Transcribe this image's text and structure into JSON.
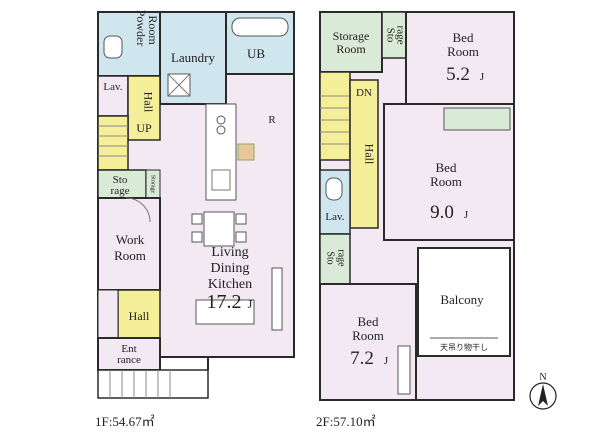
{
  "floor1": {
    "caption": "1F:54.67㎡",
    "rooms": {
      "powder_room": [
        "Powder",
        "Room"
      ],
      "laundry": "Laundry",
      "ub": "UB",
      "lav": "Lav.",
      "hall_upper": "Hall",
      "up": "UP",
      "r_mark": "R",
      "storage": [
        "Sto",
        "rage"
      ],
      "storage_small": "Storage",
      "work_room": [
        "Work",
        "Room"
      ],
      "ldk": [
        "Living",
        "Dining",
        "Kitchen"
      ],
      "ldk_area": "17.2",
      "ldk_unit": "J",
      "hall_lower": "Hall",
      "entrance": [
        "Ent",
        "rance"
      ]
    }
  },
  "floor2": {
    "caption": "2F:57.10㎡",
    "rooms": {
      "storage_room": [
        "Storage",
        "Room"
      ],
      "storage_top": [
        "Sto",
        "rage"
      ],
      "bed1": [
        "Bed",
        "Room"
      ],
      "bed1_area": "5.2",
      "dn": "DN",
      "hall": "Hall",
      "bed2": [
        "Bed",
        "Room"
      ],
      "bed2_area": "9.0",
      "lav": "Lav.",
      "storage_side": [
        "Sto",
        "rage"
      ],
      "balcony": "Balcony",
      "balcony_note": "天吊り物干し",
      "bed3": [
        "Bed",
        "Room"
      ],
      "bed3_area": "7.2",
      "unit": "J"
    }
  },
  "compass": {
    "label": "N"
  },
  "colors": {
    "wall": "#2a2a2a",
    "wet_area": "#cfe6ee",
    "hall": "#f6ef9a",
    "room": "#f2e9f2",
    "storage": "#d9ead6",
    "balcony": "#ffffff"
  }
}
